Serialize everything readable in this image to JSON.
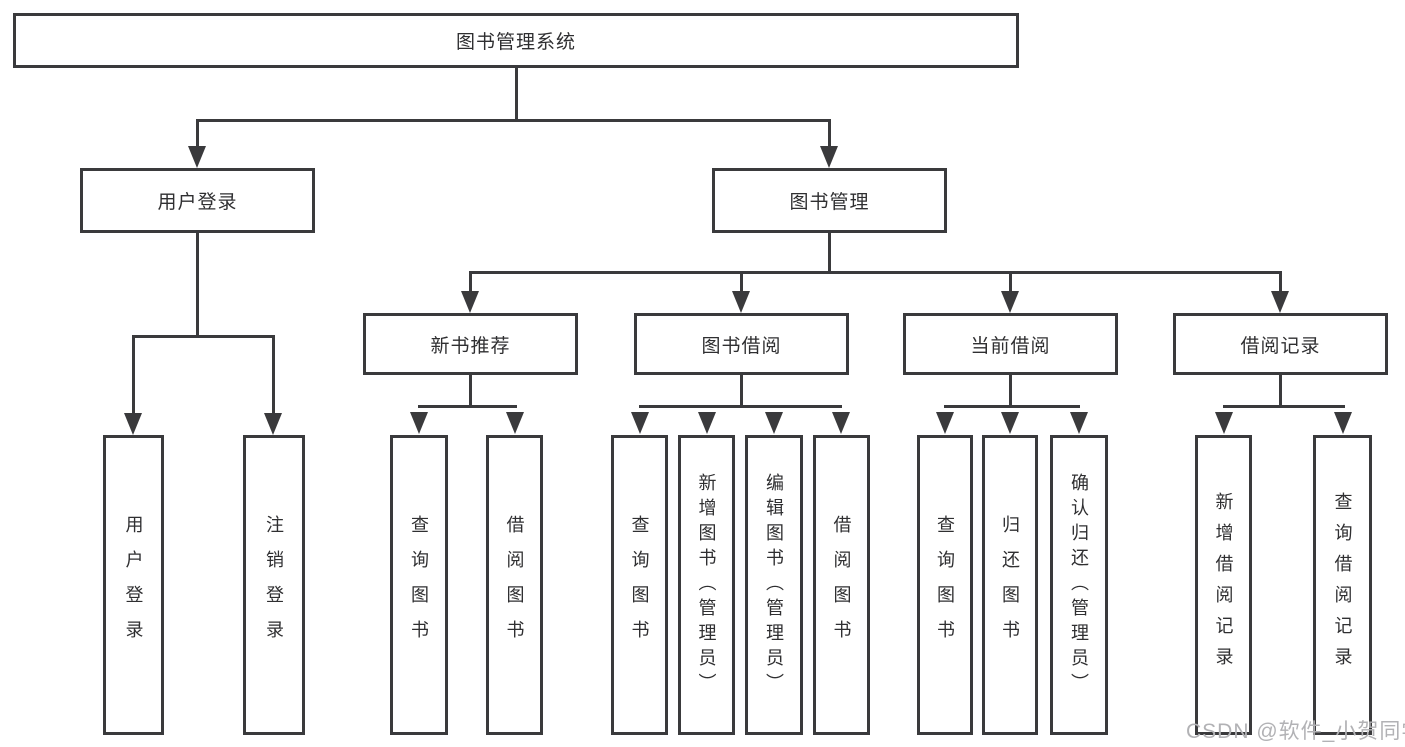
{
  "diagram": {
    "root": {
      "label": "图书管理系统"
    },
    "level2": [
      {
        "label": "用户登录"
      },
      {
        "label": "图书管理"
      }
    ],
    "level3": [
      {
        "label": "新书推荐"
      },
      {
        "label": "图书借阅"
      },
      {
        "label": "当前借阅"
      },
      {
        "label": "借阅记录"
      }
    ],
    "leaves": {
      "user_login": [
        "用户登录",
        "注销登录"
      ],
      "new_book": [
        "查询图书",
        "借阅图书"
      ],
      "book_borrow": [
        "查询图书",
        "新增图书（管理员）",
        "编辑图书（管理员）",
        "借阅图书"
      ],
      "current_borrow": [
        "查询图书",
        "归还图书",
        "确认归还（管理员）"
      ],
      "borrow_record": [
        "新增借阅记录",
        "查询借阅记录"
      ]
    }
  },
  "watermark": {
    "text": "CSDN @软件_小贺同学"
  },
  "colors": {
    "line": "#3a3a3c",
    "text": "#2f2f31",
    "watermark": "#b2b2b5",
    "background": "#ffffff"
  }
}
